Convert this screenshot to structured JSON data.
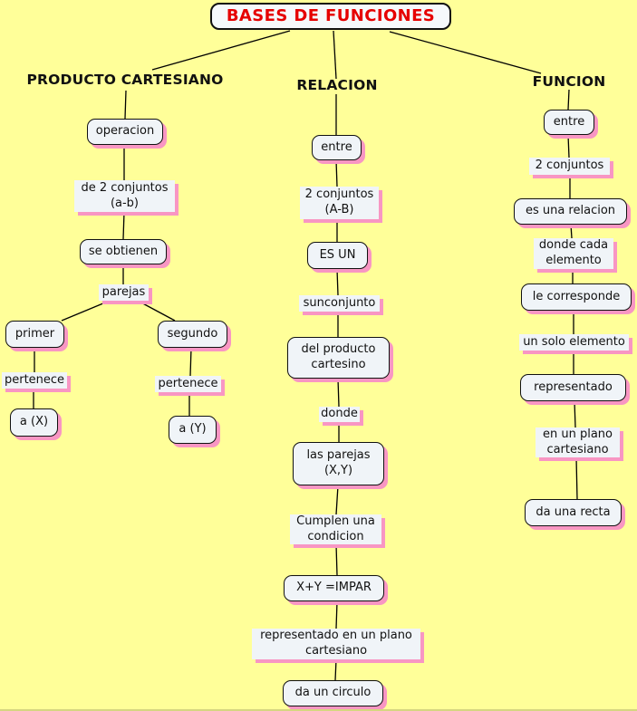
{
  "title": "BASES DE FUNCIONES",
  "colors": {
    "background": "#FFFF99",
    "node_fill": "#F0F4F8",
    "node_border": "#111111",
    "shadow_pink": "#F896C3",
    "title_red": "#E60000",
    "text": "#111111",
    "line": "#000000"
  },
  "branches": [
    {
      "heading": "PRODUCTO CARTESIANO",
      "nodes": {
        "operacion": "operacion",
        "de_2_conjuntos": "de 2 conjuntos\n(a-b)",
        "se_obtienen": "se obtienen",
        "parejas": "parejas",
        "primer": "primer",
        "segundo": "segundo",
        "pertenece_izquierda": "pertenece",
        "pertenece_derecha": "pertenece",
        "a_x": "a (X)",
        "a_y": "a (Y)"
      }
    },
    {
      "heading": "RELACION",
      "nodes": {
        "entre": "entre",
        "dos_conjuntos_ab": "2 conjuntos\n(A-B)",
        "es_un": "ES UN",
        "sunconjunto": "sunconjunto",
        "del_producto_cartesino": "del producto\ncartesino",
        "donde": "donde",
        "las_parejas_xy": "las parejas\n(X,Y)",
        "cumplen_una_condicion": "Cumplen una\ncondicion",
        "x_mas_y_impar": "X+Y =IMPAR",
        "representado_en_un_plano": "representado en un plano\ncartesiano",
        "da_un_circulo": "da un circulo"
      }
    },
    {
      "heading": "FUNCION",
      "nodes": {
        "entre": "entre",
        "dos_conjuntos": "2 conjuntos",
        "es_una_relacion": "es una relacion",
        "donde_cada_elemento": "donde cada\nelemento",
        "le_corresponde": "le corresponde",
        "un_solo_elemento": "un solo elemento",
        "representado": "representado",
        "en_un_plano_cartesiano": "en un plano\ncartesiano",
        "da_una_recta": "da una recta"
      }
    }
  ]
}
